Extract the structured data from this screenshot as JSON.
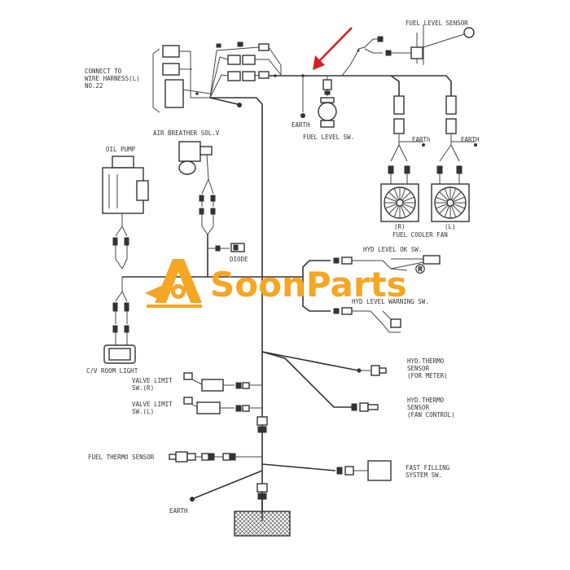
{
  "labels": {
    "connect_1": "CONNECT TO",
    "connect_2": "WIRE HARNESS(L)",
    "connect_3": "NO.22",
    "fuel_level_sensor": "FUEL LEVEL SENSOR",
    "earth_top": "EARTH",
    "fuel_level_sw": "FUEL LEVEL SW.",
    "earth_fan_r": "EARTh",
    "earth_fan_l": "EARTH",
    "fan_r": "(R)",
    "fan_l": "(L)",
    "fuel_cooler_fan": "FUEL COOLER FAN",
    "oil_pump": "OIL PUMP",
    "air_breather": "AIR BREATHER SOL.V",
    "diode": "DIODE",
    "hyd_level_ok": "HYD LEVEL OK SW.",
    "hyd_level_warning": "HYD LEVEL WARNING SW.",
    "cv_room_light": "C/V ROOM LIGHT",
    "hyd_thermo_meter_1": "HYD.THERMO",
    "hyd_thermo_meter_2": "SENSOR",
    "hyd_thermo_meter_3": "(FOR METER)",
    "hyd_thermo_fan_1": "HYD.THERMO",
    "hyd_thermo_fan_2": "SENSOR",
    "hyd_thermo_fan_3": "(FAN CONTROL)",
    "valve_limit_r_1": "VALVE LIMIT",
    "valve_limit_r_2": "SW.(R)",
    "valve_limit_l_1": "VALVE LIMIT",
    "valve_limit_l_2": "SW.(L)",
    "fuel_thermo_sensor": "FUEL THERMO SENSOR",
    "fast_filling_1": "FAST FILLING",
    "fast_filling_2": "SYSTEM SW.",
    "earth_bottom": "EARTH"
  },
  "watermark": {
    "brand": "SoonParts",
    "registered": "®",
    "color": "#F5A623"
  }
}
